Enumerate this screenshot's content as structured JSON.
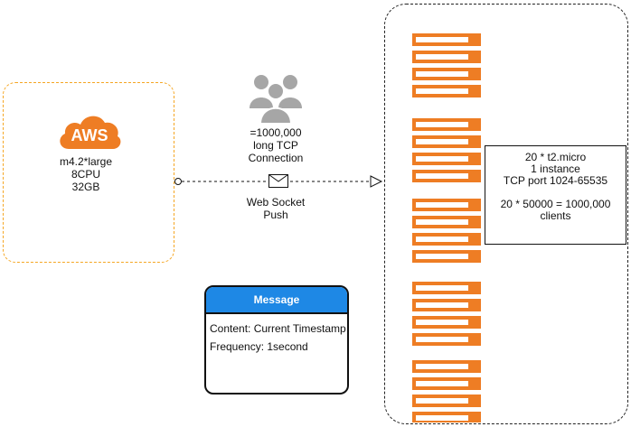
{
  "aws": {
    "logo": "AWS",
    "instance": "m4.2*large",
    "cpu": "8CPU",
    "memory": "32GB"
  },
  "clients": {
    "count": "=1000,000",
    "line2": "long TCP",
    "line3": "Connection"
  },
  "push": {
    "line1": "Web Socket",
    "line2": "Push"
  },
  "info": {
    "line1": "20 * t2.micro",
    "line2": "1 instance",
    "line3": "TCP port 1024-65535",
    "line4": "20 * 50000 = 1000,000",
    "line5": "clients"
  },
  "message": {
    "title": "Message",
    "content": "Content: Current Timestamp",
    "frequency": "Frequency: 1second"
  },
  "colors": {
    "aws_orange": "#f5a623",
    "server_orange": "#ee7d24",
    "message_blue": "#1e88e5",
    "people_gray": "#a6a6a6"
  },
  "icons": [
    "cloud-icon",
    "users-icon",
    "envelope-icon",
    "server-icon"
  ]
}
